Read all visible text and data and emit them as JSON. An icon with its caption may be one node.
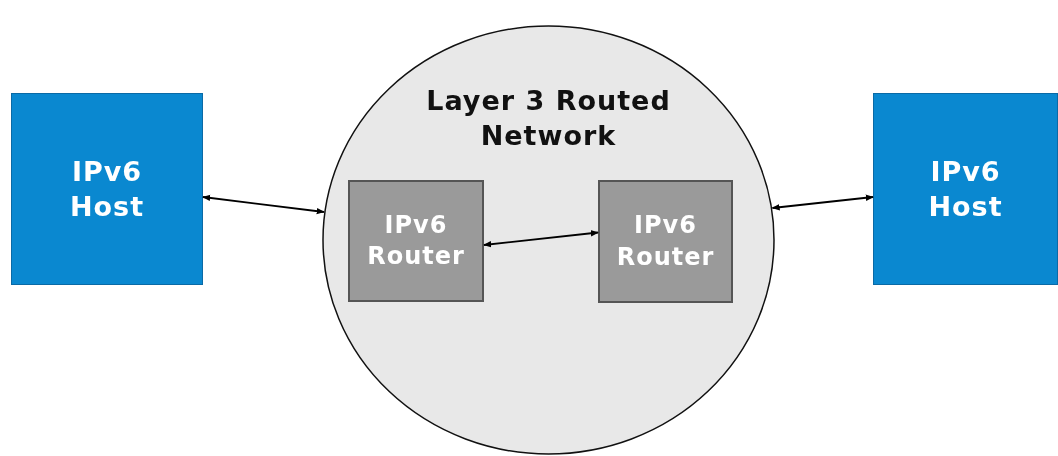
{
  "diagram": {
    "nodes": [
      {
        "text": [
          "IPv6 Host"
        ]
      },
      {
        "text": [
          "Layer 3 Routed Network"
        ]
      },
      {
        "text": [
          "IPv6 Router"
        ],
        "in": 1
      },
      {
        "text": [
          "IPv6 Router"
        ],
        "in": 1
      },
      {
        "text": [
          "IPv6 Host"
        ]
      }
    ],
    "edges": [
      {
        "from": 0,
        "to": 1,
        "arrow": "both"
      },
      {
        "from": 2,
        "to": 3,
        "arrow": "both"
      },
      {
        "from": 1,
        "to": 4,
        "arrow": "both"
      }
    ]
  }
}
